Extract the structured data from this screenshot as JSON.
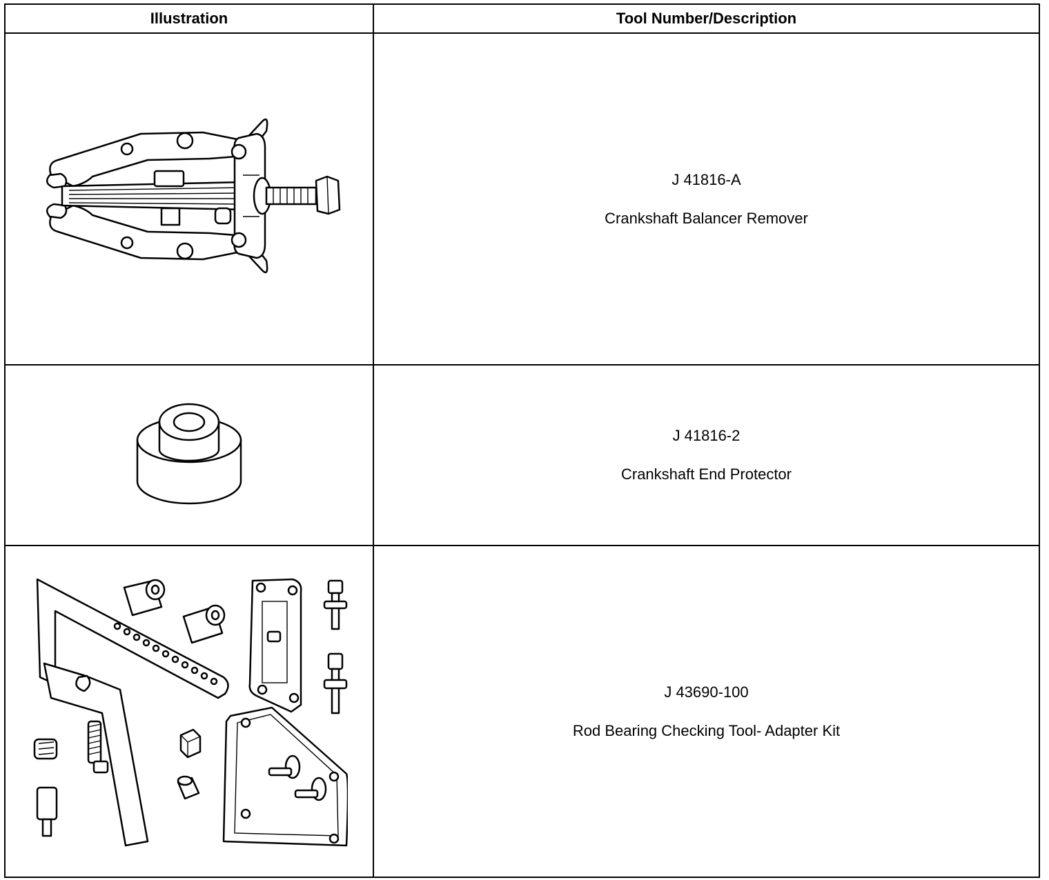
{
  "table": {
    "headers": {
      "illustration": "Illustration",
      "description": "Tool Number/Description"
    },
    "rows": [
      {
        "tool_number": "J 41816-A",
        "description": "Crankshaft Balancer Remover",
        "icon": "balancer-puller-illustration"
      },
      {
        "tool_number": "J 41816-2",
        "description": "Crankshaft End Protector",
        "icon": "end-protector-illustration"
      },
      {
        "tool_number": "J 43690-100",
        "description": "Rod Bearing Checking Tool- Adapter Kit",
        "icon": "adapter-kit-illustration"
      }
    ]
  }
}
